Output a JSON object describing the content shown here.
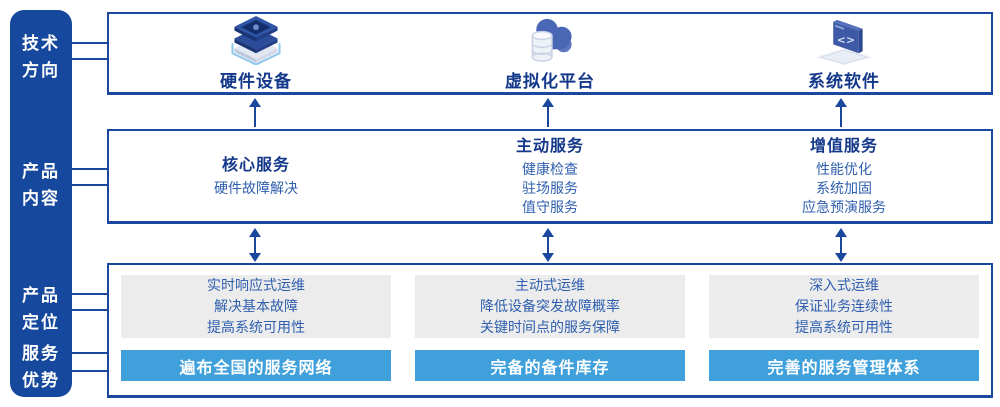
{
  "colors": {
    "sidebar_navy": "#16489D",
    "border_navy": "#1C479E",
    "heading_navy": "#14388A",
    "body_blue": "#2F5FAE",
    "banner_blue": "#3FA0DC",
    "panel_gray": "#ECECEC"
  },
  "sidebar": {
    "items": [
      {
        "label": "技术\n方向"
      },
      {
        "label": "产品\n内容"
      },
      {
        "label": "产品\n定位"
      },
      {
        "label": "服务\n优势"
      }
    ]
  },
  "tech_row": {
    "items": [
      {
        "icon": "server-stack-icon",
        "label": "硬件设备"
      },
      {
        "icon": "cloud-database-icon",
        "label": "虚拟化平台"
      },
      {
        "icon": "code-window-icon",
        "label": "系统软件"
      }
    ]
  },
  "content_row": {
    "columns": [
      {
        "title": "核心服务",
        "lines": [
          "硬件故障解决"
        ]
      },
      {
        "title": "主动服务",
        "lines": [
          "健康检查",
          "驻场服务",
          "值守服务"
        ]
      },
      {
        "title": "增值服务",
        "lines": [
          "性能优化",
          "系统加固",
          "应急预演服务"
        ]
      }
    ]
  },
  "positioning_row": {
    "columns": [
      {
        "lines": [
          "实时响应式运维",
          "解决基本故障",
          "提高系统可用性"
        ],
        "banner": "遍布全国的服务网络"
      },
      {
        "lines": [
          "主动式运维",
          "降低设备突发故障概率",
          "关键时间点的服务保障"
        ],
        "banner": "完备的备件库存"
      },
      {
        "lines": [
          "深入式运维",
          "保证业务连续性",
          "提高系统可用性"
        ],
        "banner": "完善的服务管理体系"
      }
    ]
  }
}
